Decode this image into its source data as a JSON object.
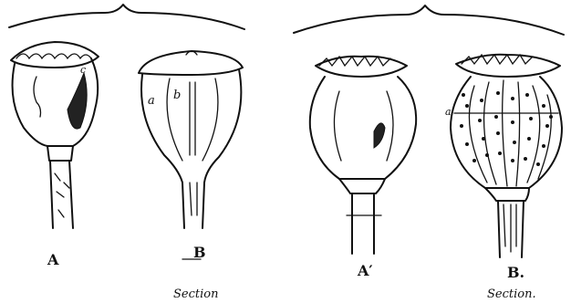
{
  "labels": {
    "fig_a": "A",
    "fig_b": "B",
    "fig_a_prime": "A′",
    "fig_b_prime": "B.",
    "section_left": "Section",
    "section_right": "Section.",
    "mark_a_left": "a",
    "mark_b_left": "b",
    "mark_c_left": "c",
    "mark_a_right": "a"
  }
}
